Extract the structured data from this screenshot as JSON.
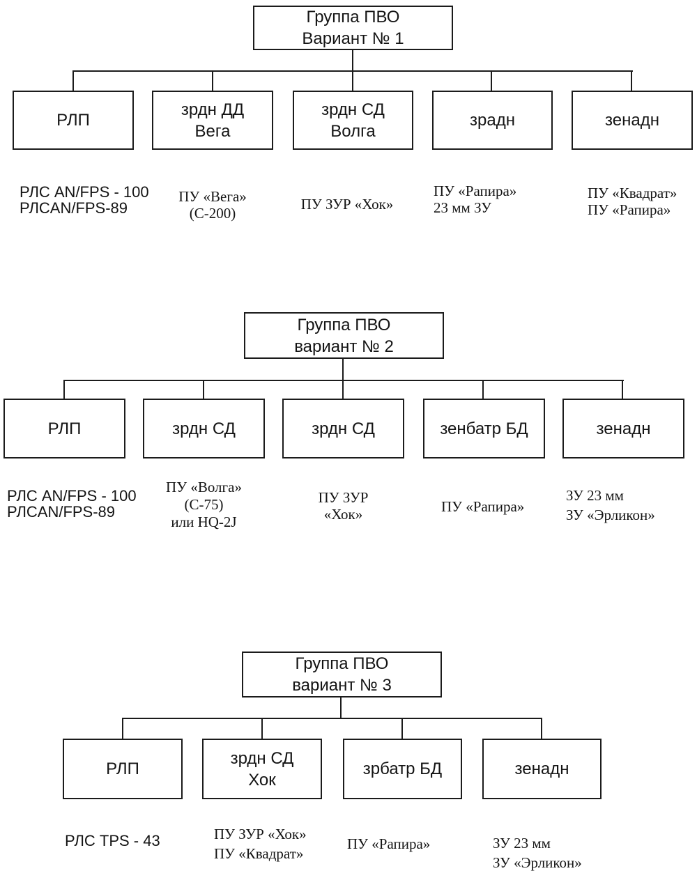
{
  "colors": {
    "background": "#ffffff",
    "line": "#1b1b1b",
    "text": "#141414"
  },
  "trees": [
    {
      "title": "Группа ПВО\nВариант № 1",
      "children": [
        {
          "label": "РЛП",
          "caption": "РЛС AN/FPS - 100\nРЛСAN/FPS-89"
        },
        {
          "label": "зрдн ДД\nВега",
          "caption": "ПУ «Вега»\n(С-200)"
        },
        {
          "label": "зрдн СД\nВолга",
          "caption": "ПУ ЗУР «Хок»"
        },
        {
          "label": "зрадн",
          "caption": "ПУ «Рапира»\n23 мм ЗУ"
        },
        {
          "label": "зенадн",
          "caption": "ПУ «Квадрат»\nПУ «Рапира»"
        }
      ]
    },
    {
      "title": "Группа ПВО\nвариант № 2",
      "children": [
        {
          "label": "РЛП",
          "caption": "РЛС AN/FPS - 100\nРЛСAN/FPS-89"
        },
        {
          "label": "зрдн СД",
          "caption": "ПУ «Волга»\n(С-75)\nили HQ-2J"
        },
        {
          "label": "зрдн СД",
          "caption": "ПУ ЗУР\n«Хок»"
        },
        {
          "label": "зенбатр БД",
          "caption": "ПУ «Рапира»"
        },
        {
          "label": "зенадн",
          "caption": "ЗУ 23 мм\nЗУ «Эрликон»"
        }
      ]
    },
    {
      "title": "Группа ПВО\nвариант № 3",
      "children": [
        {
          "label": "РЛП",
          "caption": "РЛС TPS - 43"
        },
        {
          "label": "зрдн СД\nХок",
          "caption": "ПУ ЗУР «Хок»\nПУ «Квадрат»"
        },
        {
          "label": "зрбатр БД",
          "caption": "ПУ «Рапира»"
        },
        {
          "label": "зенадн",
          "caption": "ЗУ 23 мм\nЗУ «Эрликон»"
        }
      ]
    }
  ]
}
